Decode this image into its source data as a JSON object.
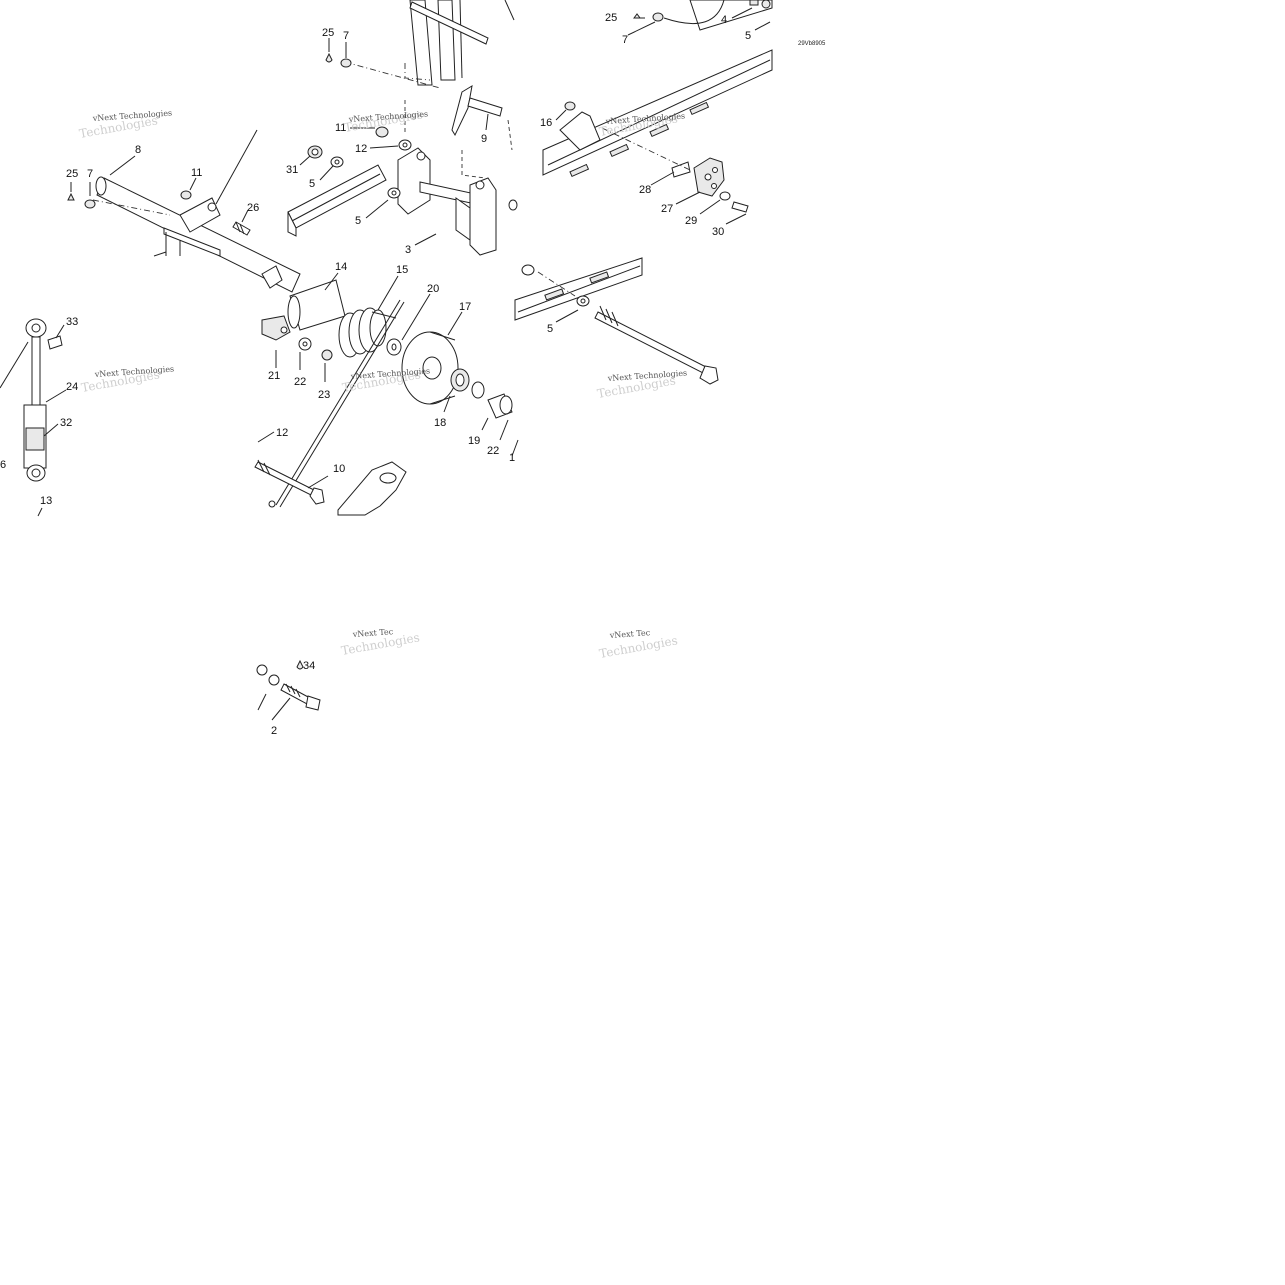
{
  "diagram": {
    "drawing_code": "29Vb8905",
    "watermark_text": "vNext Technologies",
    "watermark_faint_text": "Technologies",
    "watermark_partial_text": "vNext Tec",
    "callouts": [
      {
        "id": "c-25-top-left",
        "text": "25"
      },
      {
        "id": "c-7-top-left",
        "text": "7"
      },
      {
        "id": "c-25-top-right",
        "text": "25"
      },
      {
        "id": "c-7-top-right",
        "text": "7"
      },
      {
        "id": "c-4",
        "text": "4"
      },
      {
        "id": "c-5-top-right",
        "text": "5"
      },
      {
        "id": "c-16",
        "text": "16"
      },
      {
        "id": "c-9",
        "text": "9"
      },
      {
        "id": "c-11-center",
        "text": "11"
      },
      {
        "id": "c-12-center",
        "text": "12"
      },
      {
        "id": "c-31",
        "text": "31"
      },
      {
        "id": "c-5-center-a",
        "text": "5"
      },
      {
        "id": "c-5-center-b",
        "text": "5"
      },
      {
        "id": "c-3",
        "text": "3"
      },
      {
        "id": "c-28",
        "text": "28"
      },
      {
        "id": "c-27",
        "text": "27"
      },
      {
        "id": "c-29",
        "text": "29"
      },
      {
        "id": "c-30",
        "text": "30"
      },
      {
        "id": "c-8",
        "text": "8"
      },
      {
        "id": "c-25-left",
        "text": "25"
      },
      {
        "id": "c-7-left",
        "text": "7"
      },
      {
        "id": "c-11-left",
        "text": "11"
      },
      {
        "id": "c-26",
        "text": "26"
      },
      {
        "id": "c-14",
        "text": "14"
      },
      {
        "id": "c-15",
        "text": "15"
      },
      {
        "id": "c-20",
        "text": "20"
      },
      {
        "id": "c-17",
        "text": "17"
      },
      {
        "id": "c-33",
        "text": "33"
      },
      {
        "id": "c-24",
        "text": "24"
      },
      {
        "id": "c-32",
        "text": "32"
      },
      {
        "id": "c-6",
        "text": "6"
      },
      {
        "id": "c-13",
        "text": "13"
      },
      {
        "id": "c-21",
        "text": "21"
      },
      {
        "id": "c-22-a",
        "text": "22"
      },
      {
        "id": "c-23",
        "text": "23"
      },
      {
        "id": "c-18",
        "text": "18"
      },
      {
        "id": "c-19",
        "text": "19"
      },
      {
        "id": "c-22-b",
        "text": "22"
      },
      {
        "id": "c-1",
        "text": "1"
      },
      {
        "id": "c-5-right",
        "text": "5"
      },
      {
        "id": "c-12-lower",
        "text": "12"
      },
      {
        "id": "c-10",
        "text": "10"
      },
      {
        "id": "c-34",
        "text": "34"
      },
      {
        "id": "c-2",
        "text": "2"
      }
    ]
  }
}
